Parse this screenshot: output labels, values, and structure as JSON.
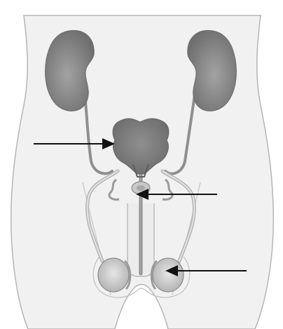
{
  "diagram": {
    "structures": [
      {
        "id": "left-kidney",
        "kind": "kidney"
      },
      {
        "id": "right-kidney",
        "kind": "kidney"
      },
      {
        "id": "left-ureter",
        "kind": "ureter"
      },
      {
        "id": "right-ureter",
        "kind": "ureter"
      },
      {
        "id": "bladder",
        "kind": "bladder"
      },
      {
        "id": "prostate",
        "kind": "gland"
      },
      {
        "id": "urethra",
        "kind": "tube"
      },
      {
        "id": "left-testis",
        "kind": "testis"
      },
      {
        "id": "right-testis",
        "kind": "testis"
      }
    ],
    "pointers": [
      {
        "id": "bladder-arrow",
        "direction": "right",
        "target": "bladder"
      },
      {
        "id": "prostate-arrow",
        "direction": "left",
        "target": "prostate"
      },
      {
        "id": "testis-arrow",
        "direction": "left",
        "target": "right-testis"
      }
    ],
    "colors": {
      "body_fill": "#f1f1f1",
      "body_outline": "#b5b5b5",
      "organ_dark": "#7a7a7a",
      "organ_mid": "#8c8c8c",
      "organ_light": "#b9b9b9",
      "duct": "#8f8f8f",
      "arrow": "#111111"
    }
  }
}
